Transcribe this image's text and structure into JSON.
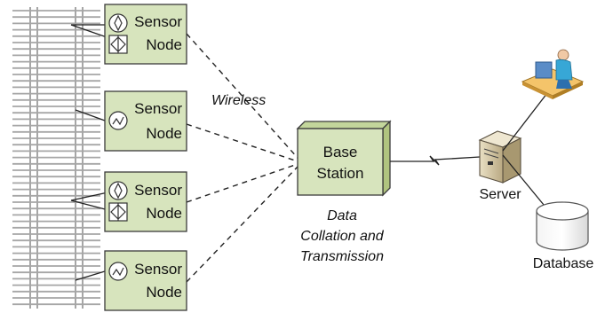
{
  "sensor_nodes": [
    {
      "line1": "Sensor",
      "line2": "Node",
      "icon": "flow-valve-icon"
    },
    {
      "line1": "Sensor",
      "line2": "Node",
      "icon": "strain-gauge-icon"
    },
    {
      "line1": "Sensor",
      "line2": "Node",
      "icon": "flow-valve-icon"
    },
    {
      "line1": "Sensor",
      "line2": "Node",
      "icon": "strain-gauge-icon"
    }
  ],
  "wireless_label": "Wireless",
  "base_station": {
    "line1": "Base",
    "line2": "Station"
  },
  "base_caption": {
    "line1": "Data",
    "line2": "Collation and",
    "line3": "Transmission"
  },
  "server_label": "Server",
  "database_label": "Database",
  "colors": {
    "node_fill": "#d7e4bd",
    "node_stroke": "#3b3b3b",
    "structure": "#a6a6a6",
    "line": "#222222"
  }
}
